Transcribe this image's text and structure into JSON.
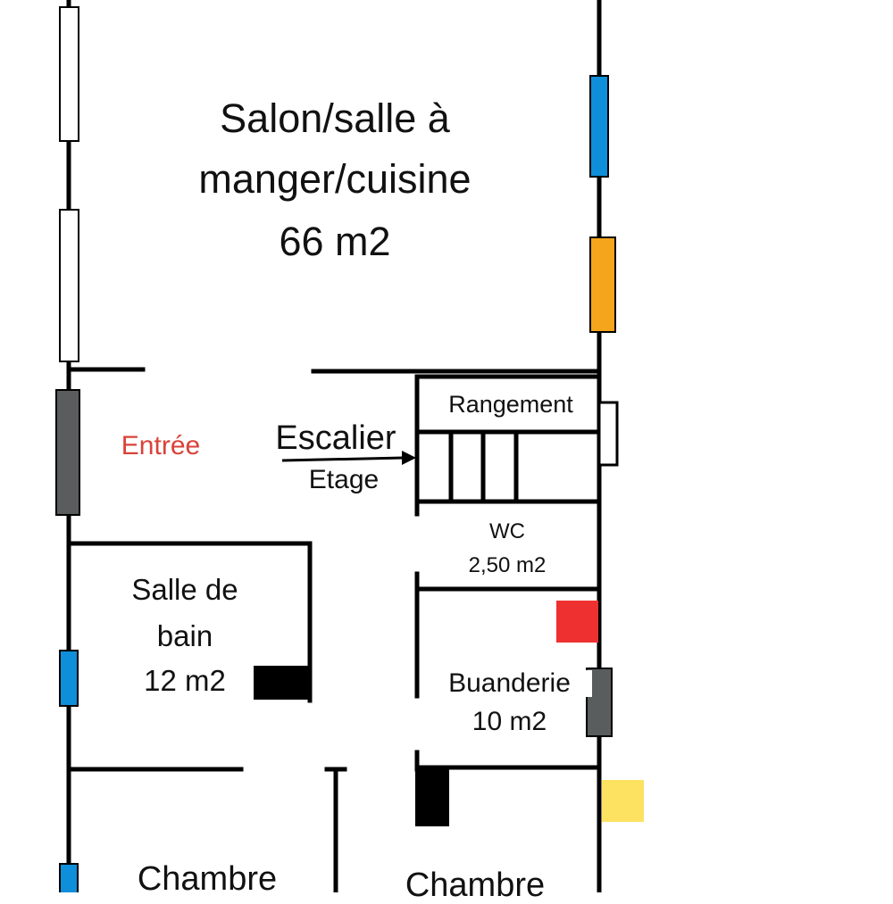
{
  "rooms": {
    "salon": {
      "line1": "Salon/salle à",
      "line2": "manger/cuisine",
      "area": "66 m2"
    },
    "entree": {
      "name": "Entrée"
    },
    "escalier": {
      "name": "Escalier",
      "sub": "Etage"
    },
    "rangement": {
      "name": "Rangement"
    },
    "wc": {
      "name": "WC",
      "area": "2,50 m2"
    },
    "sdb": {
      "line1": "Salle de",
      "line2": "bain",
      "area": "12 m2"
    },
    "buanderie": {
      "name": "Buanderie",
      "area": "10 m2"
    },
    "chambre_left": {
      "name": "Chambre"
    },
    "chambre_right": {
      "name": "Chambre"
    }
  },
  "colors": {
    "wall": "#000000",
    "window": "#ffffff",
    "blue_marker": "#0f8fd9",
    "orange_marker": "#f5a51b",
    "gray_marker": "#5a5d5e",
    "red_marker": "#ee3030",
    "yellow_marker": "#fde160",
    "entree_text": "#d9423a"
  }
}
